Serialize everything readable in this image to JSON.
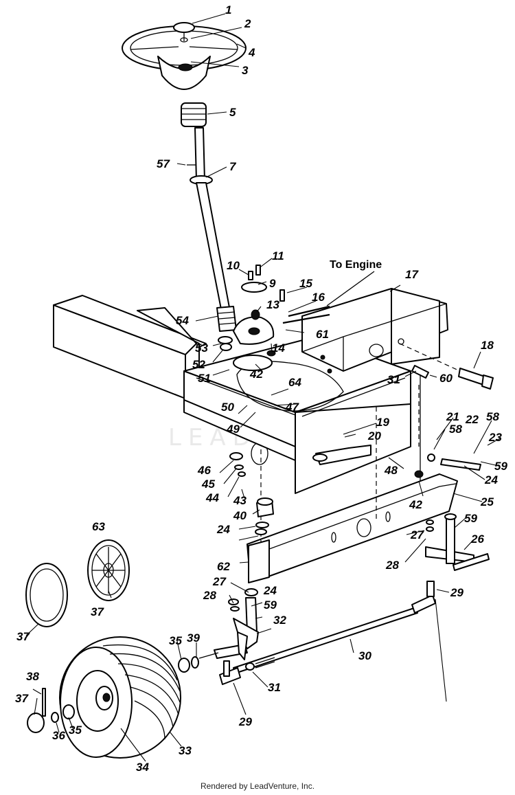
{
  "annotation": "To Engine",
  "watermark": "LEADVENTURE",
  "credit": "Rendered by LeadVenture, Inc.",
  "labels": [
    "1",
    "2",
    "3",
    "4",
    "5",
    "57",
    "7",
    "10",
    "11",
    "9",
    "15",
    "16",
    "13",
    "17",
    "54",
    "53",
    "52",
    "51",
    "42",
    "14",
    "61",
    "18",
    "31",
    "60",
    "64",
    "50",
    "47",
    "49",
    "19",
    "20",
    "21",
    "58",
    "58",
    "22",
    "23",
    "59",
    "48",
    "24",
    "42",
    "46",
    "45",
    "44",
    "43",
    "40",
    "25",
    "59",
    "24",
    "63",
    "27",
    "28",
    "26",
    "62",
    "27",
    "24",
    "59",
    "28",
    "32",
    "29",
    "37",
    "37",
    "35",
    "39",
    "30",
    "38",
    "37",
    "36",
    "35",
    "34",
    "33",
    "31",
    "29"
  ]
}
